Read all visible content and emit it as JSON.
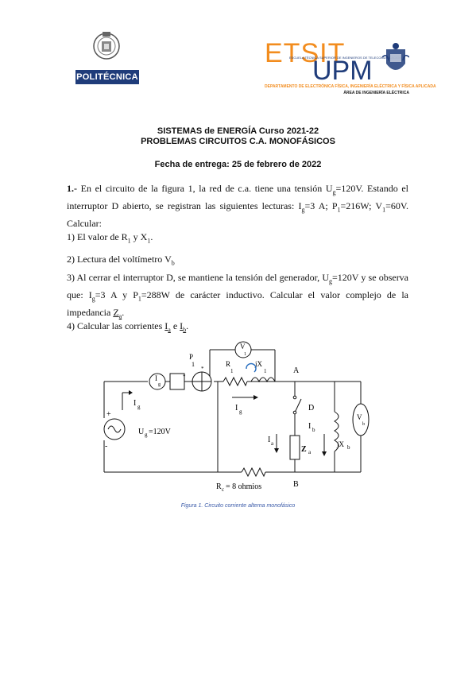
{
  "header": {
    "upm_name": "POLITÉCNICA",
    "etsit_word": "ETSIT",
    "upm_word": "UPM",
    "school": "ESCUELA TÉCNICA SUPERIOR DE INGENIEROS DE TELECOMUNICACIÓN",
    "department": "DEPARTAMENTO DE ELECTRÓNICA FÍSICA, INGENIERÍA ELÉCTRICA Y FÍSICA APLICADA",
    "area": "ÁREA DE INGENIERÍA ELÉCTRICA"
  },
  "titles": {
    "line1": "SISTEMAS de ENERGÍA Curso 2021-22",
    "line2": "PROBLEMAS CIRCUITOS C.A. MONOFÁSICOS",
    "due_date": "Fecha de entrega: 25 de febrero de 2022"
  },
  "problem": {
    "number": "1.-",
    "intro_a": " En el circuito de la figura 1, la red de c.a. tiene una tensión U",
    "intro_b": "=120V. Estando el interruptor D abierto, se registran las siguientes lecturas: I",
    "intro_c": "=3 A; P",
    "intro_d": "=216W; V",
    "intro_e": "=60V. Calcular:",
    "q1_a": "1) El valor de R",
    "q1_b": " y X",
    "q1_c": ".",
    "q2_a": "2) Lectura del voltímetro V",
    "q3_a": "3) Al cerrar el interruptor D, se mantiene la tensión del generador, U",
    "q3_b": "=120V y se observa que: I",
    "q3_c": "=3 A y P",
    "q3_d": "=288W de carácter inductivo. Calcular el valor complejo de la impedancia ",
    "q3_e": ".",
    "q4_a": "4) Calcular las corrientes ",
    "q4_b": " e ",
    "q4_c": "."
  },
  "symbols": {
    "g": "g",
    "one": "1",
    "a": "a",
    "b": "b",
    "Z": "Z",
    "I": "I"
  },
  "circuit": {
    "P1_a": "P",
    "P1_b": "1",
    "V1_a": "V",
    "V1_b": "1",
    "R1_a": "R",
    "R1_b": "1",
    "jX1_a": "jX",
    "jX1_b": "1",
    "node_A": "A",
    "node_B": "B",
    "switch_D": "D",
    "Ig_meter_a": "I",
    "Ig_meter_b": "g",
    "Ig_label_a": "I",
    "Ig_label_b": "g",
    "Ig_arrow_a": "I",
    "Ig_arrow_b": "g",
    "Ug_a": "U",
    "Ug_b": "g",
    "Ug_c": "=120V",
    "plus": "+",
    "minus": "-",
    "Ia_a": "I",
    "Ia_b": "a",
    "Ib_a": "I",
    "Ib_b": "b",
    "Za_a": "Z",
    "Za_b": "a",
    "jXb_a": "jX",
    "jXb_b": "b",
    "Vb_a": "V",
    "Vb_b": "b",
    "Rc_a": "R",
    "Rc_b": "c",
    "Rc_c": "= 8 ohmios",
    "star": "*"
  },
  "caption": "Figura 1. Circuito corriente alterna monofásico"
}
